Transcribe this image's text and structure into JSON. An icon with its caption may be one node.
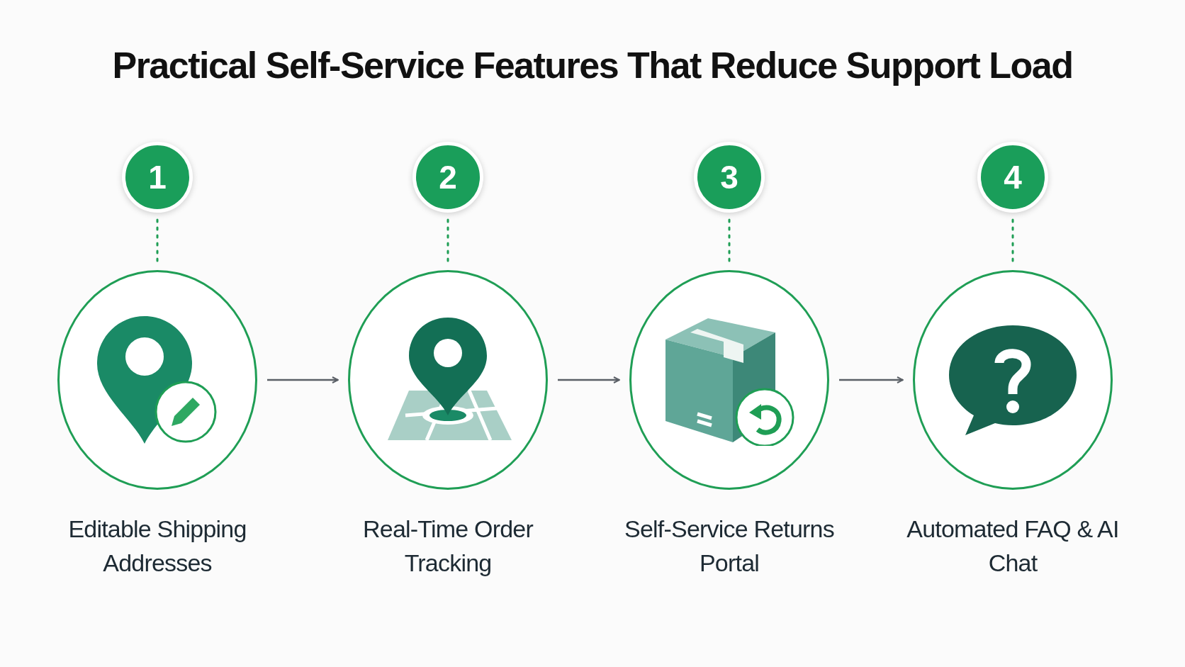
{
  "diagram": {
    "title": "Practical Self-Service Features That Reduce Support Load",
    "nodes": [
      {
        "text": [
          "1"
        ]
      },
      {
        "text": [
          "2"
        ]
      },
      {
        "text": [
          "3"
        ]
      },
      {
        "text": [
          "4"
        ]
      },
      {
        "text": [
          "Editable Shipping Addresses"
        ]
      },
      {
        "text": [
          "Real-Time Order Tracking"
        ]
      },
      {
        "text": [
          "Self-Service Returns Portal"
        ]
      },
      {
        "text": [
          "Automated FAQ & AI Chat"
        ]
      }
    ],
    "edges": [
      {
        "from": 0,
        "to": 4,
        "arrow": "none",
        "style": "dashed"
      },
      {
        "from": 1,
        "to": 5,
        "arrow": "none",
        "style": "dashed"
      },
      {
        "from": 2,
        "to": 6,
        "arrow": "none",
        "style": "dashed"
      },
      {
        "from": 3,
        "to": 7,
        "arrow": "none",
        "style": "dashed"
      },
      {
        "from": 4,
        "to": 5,
        "arrow": "to",
        "color": "#5a5f66"
      },
      {
        "from": 5,
        "to": 6,
        "arrow": "to",
        "color": "#5a5f66"
      },
      {
        "from": 6,
        "to": 7,
        "arrow": "to",
        "color": "#5a5f66"
      }
    ]
  }
}
